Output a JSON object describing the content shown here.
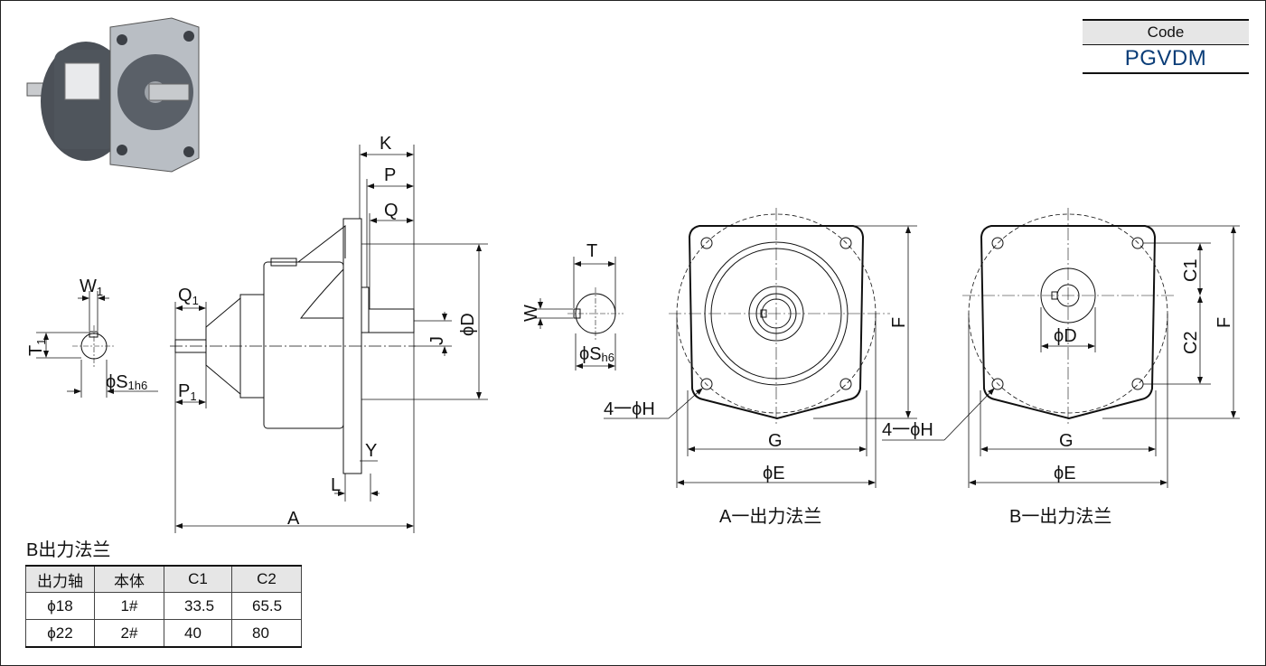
{
  "code_box": {
    "header": "Code",
    "value": "PGVDM"
  },
  "side_view": {
    "dims": {
      "K": "K",
      "P": "P",
      "Q": "Q",
      "Q1": "Q",
      "Q1_sub": "1",
      "P1": "P",
      "P1_sub": "1",
      "D": "ϕD",
      "J": "J",
      "Y": "Y",
      "L": "L",
      "A": "A"
    }
  },
  "input_shaft": {
    "W1": "W",
    "W1_sub": "1",
    "T1": "T",
    "T1_sub": "1",
    "S1": "ϕS",
    "S1_sub": "1h6"
  },
  "output_shaft": {
    "T": "T",
    "W": "W",
    "S": "ϕS",
    "S_sub": "h6"
  },
  "flange_a": {
    "caption": "A一出力法兰",
    "F": "F",
    "G": "G",
    "E": "ϕE",
    "H": "4一ϕH"
  },
  "flange_b": {
    "caption": "B一出力法兰",
    "F": "F",
    "G": "G",
    "E": "ϕE",
    "H": "4一ϕH",
    "C1": "C1",
    "C2": "C2",
    "D": "ϕD"
  },
  "table": {
    "title": "B出力法兰",
    "headers": [
      "出力轴",
      "本体",
      "C1",
      "C2"
    ],
    "rows": [
      [
        "ϕ18",
        "1#",
        "33.5",
        "65.5"
      ],
      [
        "ϕ22",
        "2#",
        "40",
        "80"
      ]
    ]
  }
}
